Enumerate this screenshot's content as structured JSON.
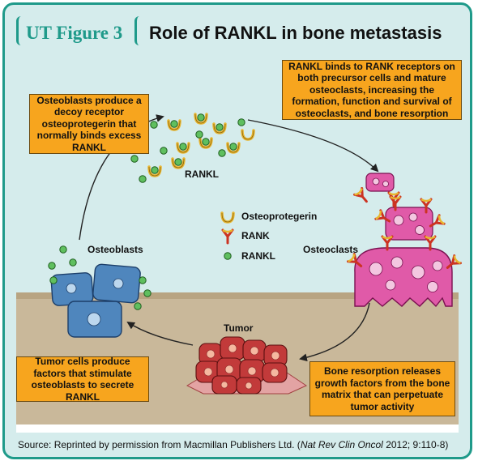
{
  "header": {
    "figure_label": "UT Figure 3",
    "title": "Role of RANKL in bone metastasis"
  },
  "notes": {
    "top_left": "Osteoblasts produce a decoy receptor osteoprotegerin that normally binds excess RANKL",
    "top_right": "RANKL binds to RANK receptors on both precursor cells and mature osteoclasts, increasing the formation, function and survival of osteoclasts, and bone resorption",
    "bottom_left": "Tumor cells produce factors that stimulate osteoblasts to secrete RANKL",
    "bottom_right": "Bone resorption releases growth factors from the bone matrix that can perpetuate tumor activity"
  },
  "labels": {
    "rankl_cluster": "RANKL",
    "osteoblasts": "Osteoblasts",
    "osteoclasts": "Osteoclasts",
    "tumor": "Tumor"
  },
  "legend": [
    {
      "icon": "osteoprotegerin-icon",
      "label": "Osteoprotegerin"
    },
    {
      "icon": "rank-icon",
      "label": "RANK"
    },
    {
      "icon": "rankl-icon",
      "label": "RANKL"
    }
  ],
  "source": {
    "prefix": "Source: Reprinted by permission from Macmillan Publishers Ltd. (",
    "journal": "Nat Rev Clin Oncol",
    "suffix": " 2012; 9:110-8)"
  },
  "colors": {
    "frame": "#1f9a8a",
    "background": "#d5ecec",
    "bone": "#c9b89a",
    "note": "#f7a51e",
    "osteoblast": "#4f86bd",
    "osteoclast": "#d9429a",
    "tumor": "#c23a3a",
    "rankl": "#3c9a3c",
    "opg": "#e8b630",
    "rank": "#cc3322"
  }
}
